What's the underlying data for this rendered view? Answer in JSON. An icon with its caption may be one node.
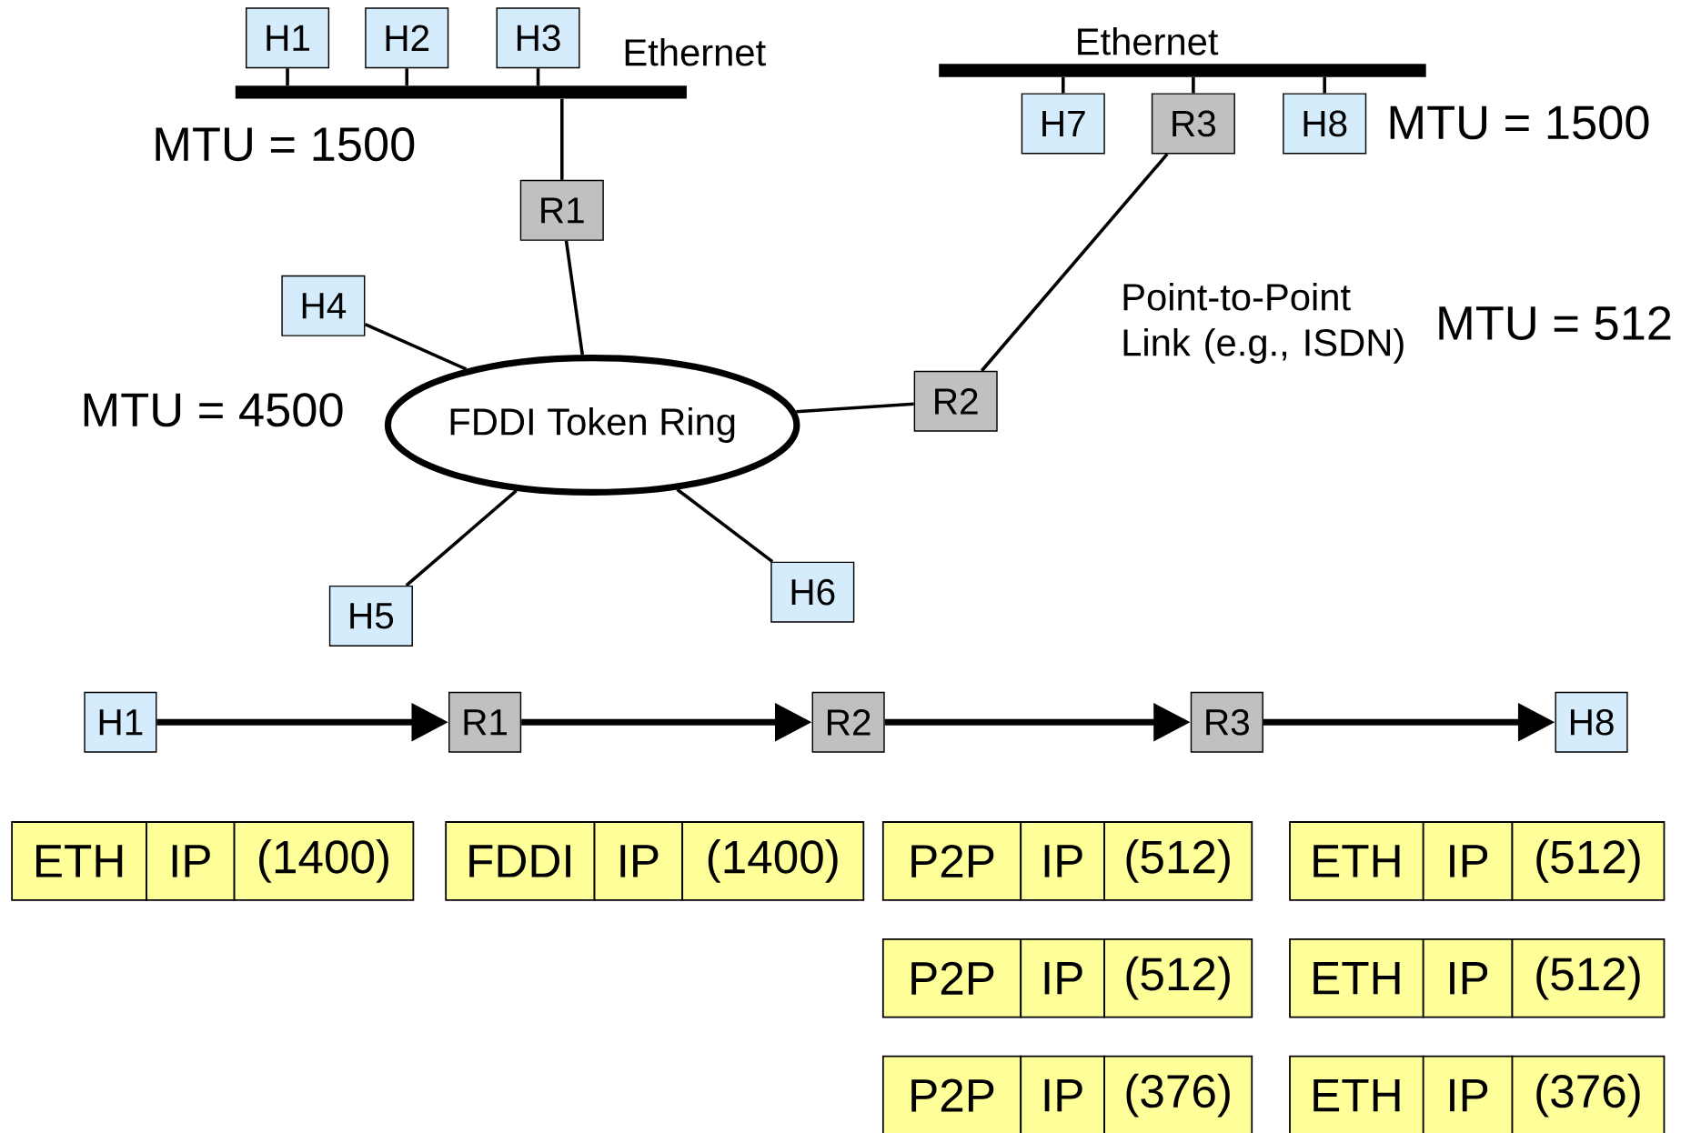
{
  "diagram": {
    "nodes": [
      {
        "text": [
          "H1"
        ]
      },
      {
        "text": [
          "H2"
        ]
      },
      {
        "text": [
          "H3"
        ]
      },
      {
        "text": [
          "Ethernet"
        ]
      },
      {
        "text": [
          "Ethernet"
        ]
      },
      {
        "text": [
          "H7"
        ]
      },
      {
        "text": [
          "R3"
        ]
      },
      {
        "text": [
          "H8"
        ]
      },
      {
        "text": [
          "R1"
        ]
      },
      {
        "text": [
          "H4"
        ]
      },
      {
        "text": [
          "FDDI Token Ring"
        ]
      },
      {
        "text": [
          "R2"
        ]
      },
      {
        "text": [
          "H5"
        ]
      },
      {
        "text": [
          "H6"
        ]
      },
      {
        "text": [
          "H1"
        ]
      },
      {
        "text": [
          "R1"
        ]
      },
      {
        "text": [
          "R2"
        ]
      },
      {
        "text": [
          "R3"
        ]
      },
      {
        "text": [
          "H8"
        ]
      }
    ],
    "edges": [
      {
        "from": 0,
        "to": 3,
        "arrow": "none"
      },
      {
        "from": 1,
        "to": 3,
        "arrow": "none"
      },
      {
        "from": 2,
        "to": 3,
        "arrow": "none"
      },
      {
        "from": 3,
        "to": 8,
        "arrow": "none"
      },
      {
        "from": 4,
        "to": 5,
        "arrow": "none"
      },
      {
        "from": 4,
        "to": 6,
        "arrow": "none"
      },
      {
        "from": 4,
        "to": 7,
        "arrow": "none"
      },
      {
        "from": 8,
        "to": 10,
        "arrow": "none"
      },
      {
        "from": 9,
        "to": 10,
        "arrow": "none"
      },
      {
        "from": 10,
        "to": 11,
        "arrow": "none"
      },
      {
        "from": 11,
        "to": 6,
        "arrow": "none"
      },
      {
        "from": 10,
        "to": 12,
        "arrow": "none"
      },
      {
        "from": 10,
        "to": 13,
        "arrow": "none"
      },
      {
        "from": 14,
        "to": 15,
        "arrow": "to",
        "style": "thick"
      },
      {
        "from": 15,
        "to": 16,
        "arrow": "to",
        "style": "thick"
      },
      {
        "from": 16,
        "to": 17,
        "arrow": "to",
        "style": "thick"
      },
      {
        "from": 17,
        "to": 18,
        "arrow": "to",
        "style": "thick"
      }
    ],
    "labels": [
      "MTU = 1500",
      "MTU = 1500",
      "Point-to-Point Link (e.g., ISDN)",
      "MTU = 512",
      "MTU = 4500",
      "ETH",
      "IP",
      "(1400)",
      "FDDI",
      "IP",
      "(1400)",
      "P2P",
      "IP",
      "(512)",
      "ETH",
      "IP",
      "(512)",
      "P2P",
      "IP",
      "(512)",
      "ETH",
      "IP",
      "(512)",
      "P2P",
      "IP",
      "(376)",
      "ETH",
      "IP",
      "(376)"
    ]
  }
}
